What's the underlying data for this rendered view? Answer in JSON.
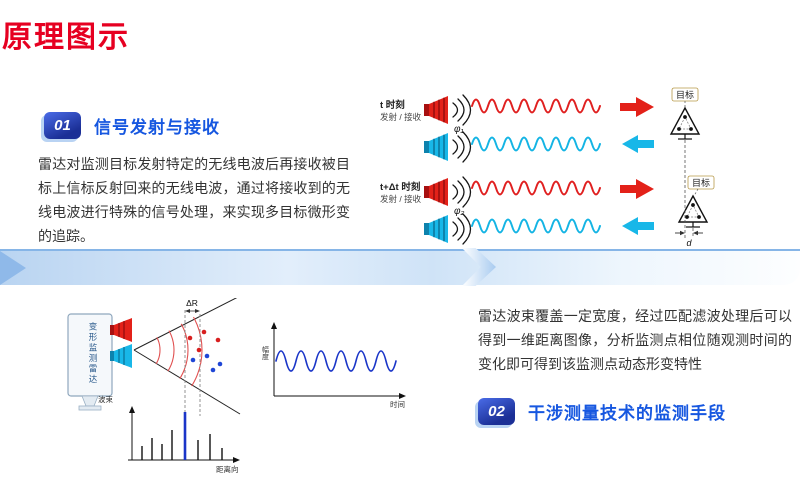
{
  "page": {
    "title": "原理图示"
  },
  "sections": {
    "s1": {
      "badge": "01",
      "heading": "信号发射与接收",
      "body": "雷达对监测目标发射特定的无线电波后再接收被目标上信标反射回来的无线电波，通过将接收到的无线电波进行特殊的信号处理，来实现多目标微形变的追踪。"
    },
    "s2": {
      "badge": "02",
      "heading": "干涉测量技术的监测手段",
      "body": "雷达波束覆盖一定宽度，经过匹配滤波处理后可以得到一维距离图像，分析监测点相位随观测时间的变化即可得到该监测点动态形变特性"
    }
  },
  "tx_diagram": {
    "t1": "t 时刻",
    "t1_mode": "发射 / 接收",
    "phi1": "φ₁",
    "t2": "t+Δt 时刻",
    "t2_mode": "发射 / 接收",
    "phi2": "φ₂",
    "target1": "目标",
    "target2": "目标",
    "d": "d"
  },
  "radar_diagram": {
    "device": "变形监测雷达",
    "beam": "波束",
    "delta_r": "ΔR",
    "amp_axis": "幅度",
    "time_axis": "时间",
    "range_axis": "距离向"
  },
  "colors": {
    "title_red": "#e60021",
    "heading_blue": "#1657e0",
    "transmit_red": "#e32119",
    "receive_cyan": "#18b7e8",
    "wave_blue": "#1a35c8",
    "band_blue": "#b9d4f1"
  }
}
